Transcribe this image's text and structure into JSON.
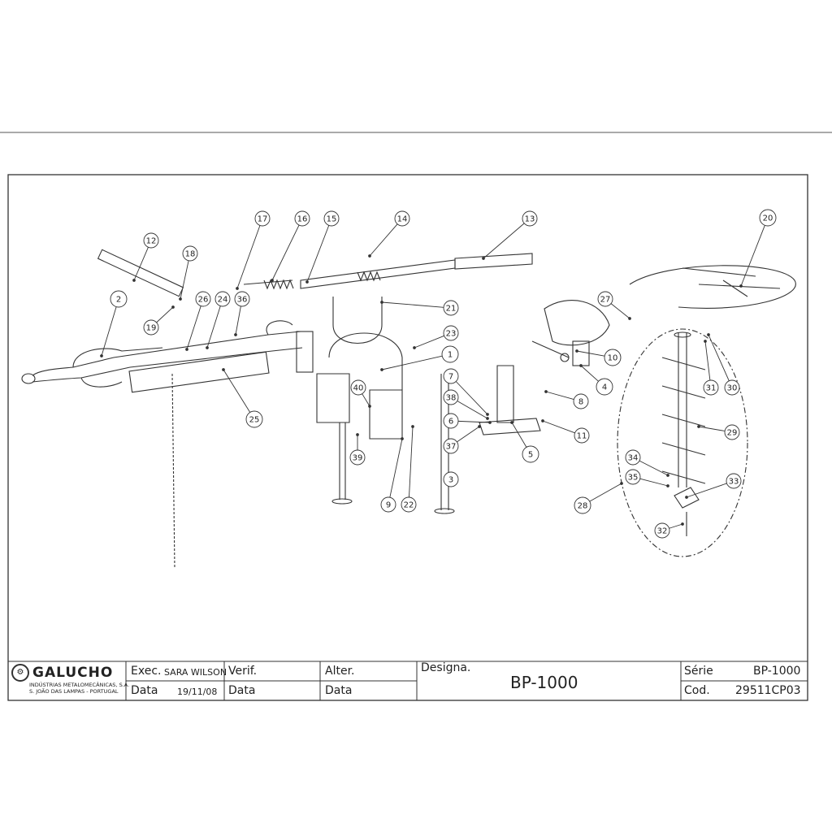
{
  "callouts": [
    {
      "label": "2"
    },
    {
      "label": "12"
    },
    {
      "label": "18"
    },
    {
      "label": "19"
    },
    {
      "label": "17"
    },
    {
      "label": "16"
    },
    {
      "label": "15"
    },
    {
      "label": "14"
    },
    {
      "label": "13"
    },
    {
      "label": "20"
    },
    {
      "label": "26"
    },
    {
      "label": "24"
    },
    {
      "label": "36"
    },
    {
      "label": "25"
    },
    {
      "label": "21"
    },
    {
      "label": "23"
    },
    {
      "label": "1"
    },
    {
      "label": "40"
    },
    {
      "label": "39"
    },
    {
      "label": "9"
    },
    {
      "label": "22"
    },
    {
      "label": "7"
    },
    {
      "label": "38"
    },
    {
      "label": "6"
    },
    {
      "label": "37"
    },
    {
      "label": "3"
    },
    {
      "label": "5"
    },
    {
      "label": "8"
    },
    {
      "label": "11"
    },
    {
      "label": "27"
    },
    {
      "label": "10"
    },
    {
      "label": "4"
    },
    {
      "label": "31"
    },
    {
      "label": "30"
    },
    {
      "label": "29"
    },
    {
      "label": "34"
    },
    {
      "label": "35"
    },
    {
      "label": "33"
    },
    {
      "label": "28"
    },
    {
      "label": "32"
    }
  ],
  "title_block": {
    "company_name": "GALUCHO",
    "company_line1": "INDÚSTRIAS METALOMECÂNICAS, S.A.",
    "company_line2": "S. JOÃO DAS LAMPAS - PORTUGAL",
    "exec_label": "Exec.",
    "exec_value": "SARA WILSON",
    "verif_label": "Verif.",
    "alter_label": "Alter.",
    "data_label_1": "Data",
    "data_value_1": "19/11/08",
    "data_label_2": "Data",
    "data_label_3": "Data",
    "designa_label": "Designa.",
    "designa_value": "BP-1000",
    "serie_label": "Série",
    "serie_value": "BP-1000",
    "cod_label": "Cod.",
    "cod_value": "29511CP03"
  }
}
